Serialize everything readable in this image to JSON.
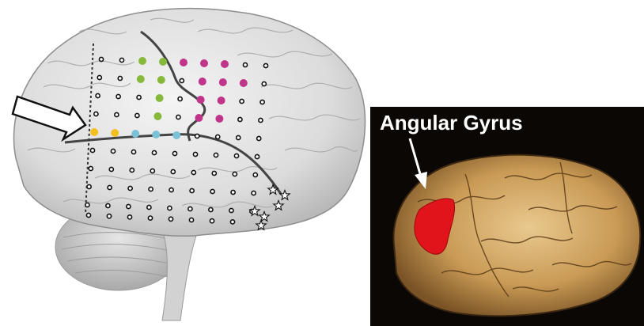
{
  "figure": {
    "left_panel": {
      "elements": [
        "electrode-grid",
        "arrow",
        "sulcus-lines",
        "star-markers"
      ],
      "dot_colors": {
        "black": "#111111",
        "green": "#86b93a",
        "magenta": "#c0358a",
        "yellow": "#f2bf1f",
        "cyan": "#7cc2d6"
      }
    },
    "right_panel": {
      "label": "Angular Gyrus",
      "highlight_color": "#e0141a"
    }
  }
}
